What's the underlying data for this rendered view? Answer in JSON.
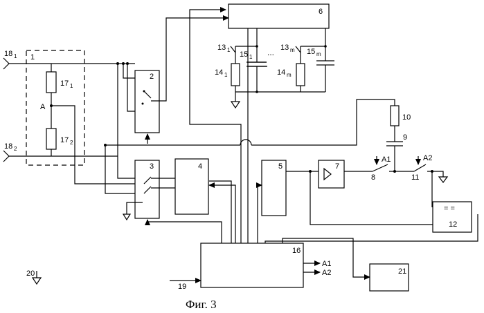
{
  "caption": "Фиг. 3",
  "blocks": {
    "b1": "1",
    "b2": "2",
    "b3": "3",
    "b4": "4",
    "b5": "5",
    "b6": "6",
    "b7": "7",
    "b8": "8",
    "b9": "9",
    "b10": "10",
    "b11": "11",
    "b12": "12",
    "b16": "16",
    "b19": "19",
    "b20": "20",
    "b21": "21"
  },
  "terminals": {
    "t18_1_main": "18",
    "t18_1_sub": "1",
    "t18_2_main": "18",
    "t18_2_sub": "2"
  },
  "resistors": {
    "r17_1_main": "17",
    "r17_1_sub": "1",
    "r17_2_main": "17",
    "r17_2_sub": "2"
  },
  "node_a": "A",
  "bank": {
    "k13_1_main": "13",
    "k13_1_sub": "1",
    "c15_1_main": "15",
    "c15_1_sub": "1",
    "r14_1_main": "14",
    "r14_1_sub": "1",
    "k13_m_main": "13",
    "k13_m_sub": "m",
    "c15_m_main": "15",
    "c15_m_sub": "m",
    "r14_m_main": "14",
    "r14_m_sub": "m",
    "ellipsis": "..."
  },
  "switch_labels": {
    "a1": "A1",
    "a2": "A2"
  },
  "outputs_16": {
    "a1": "A1",
    "a2": "A2"
  },
  "block12_symbol": "= ="
}
